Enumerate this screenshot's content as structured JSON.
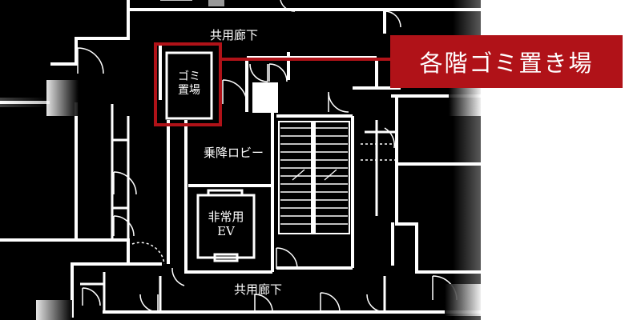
{
  "labels": {
    "corridor_top": "共用廊下",
    "corridor_bottom": "共用廊下",
    "garbage_line1": "ゴミ",
    "garbage_line2": "置場",
    "elevator_lobby": "乗降ロビー",
    "emergency_ev_line1": "非常用",
    "emergency_ev_line2": "EV"
  },
  "callout": {
    "text": "各階ゴミ置き場"
  },
  "colors": {
    "plan_background": "#000000",
    "wall": "#ffffff",
    "highlight": "#b01218",
    "callout_background": "#b01218"
  }
}
